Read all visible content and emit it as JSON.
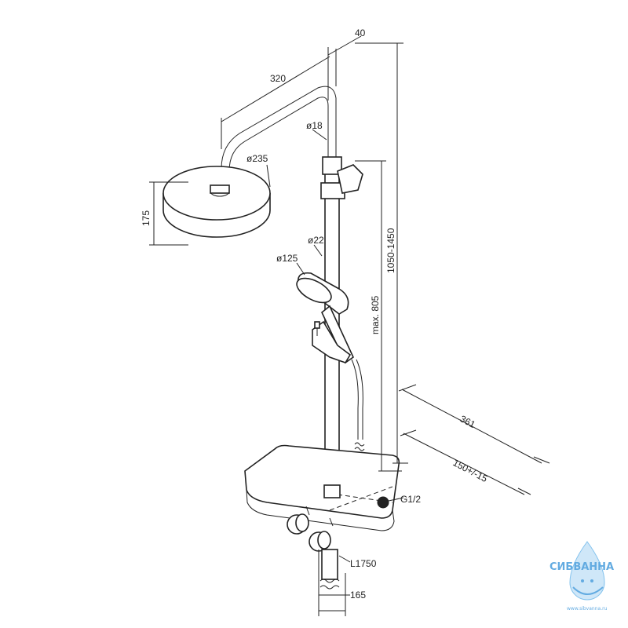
{
  "dimensions": {
    "arm_length": "320",
    "arm_offset": "40",
    "arm_diameter": "ø18",
    "head_diameter": "ø235",
    "head_height": "175",
    "rod_diameter": "ø22",
    "hand_diameter": "ø125",
    "rod_length": "1050-1450",
    "max_height": "max. 805",
    "depth": "361",
    "center_distance": "150+/-15",
    "connection": "G1/2",
    "hose": "L1750",
    "bottom": "165"
  },
  "watermark": {
    "brand": "СИБВАННА",
    "url": "www.sibvanna.ru"
  },
  "colors": {
    "line": "#222222",
    "watermark_blue": "#2f8fd8"
  }
}
